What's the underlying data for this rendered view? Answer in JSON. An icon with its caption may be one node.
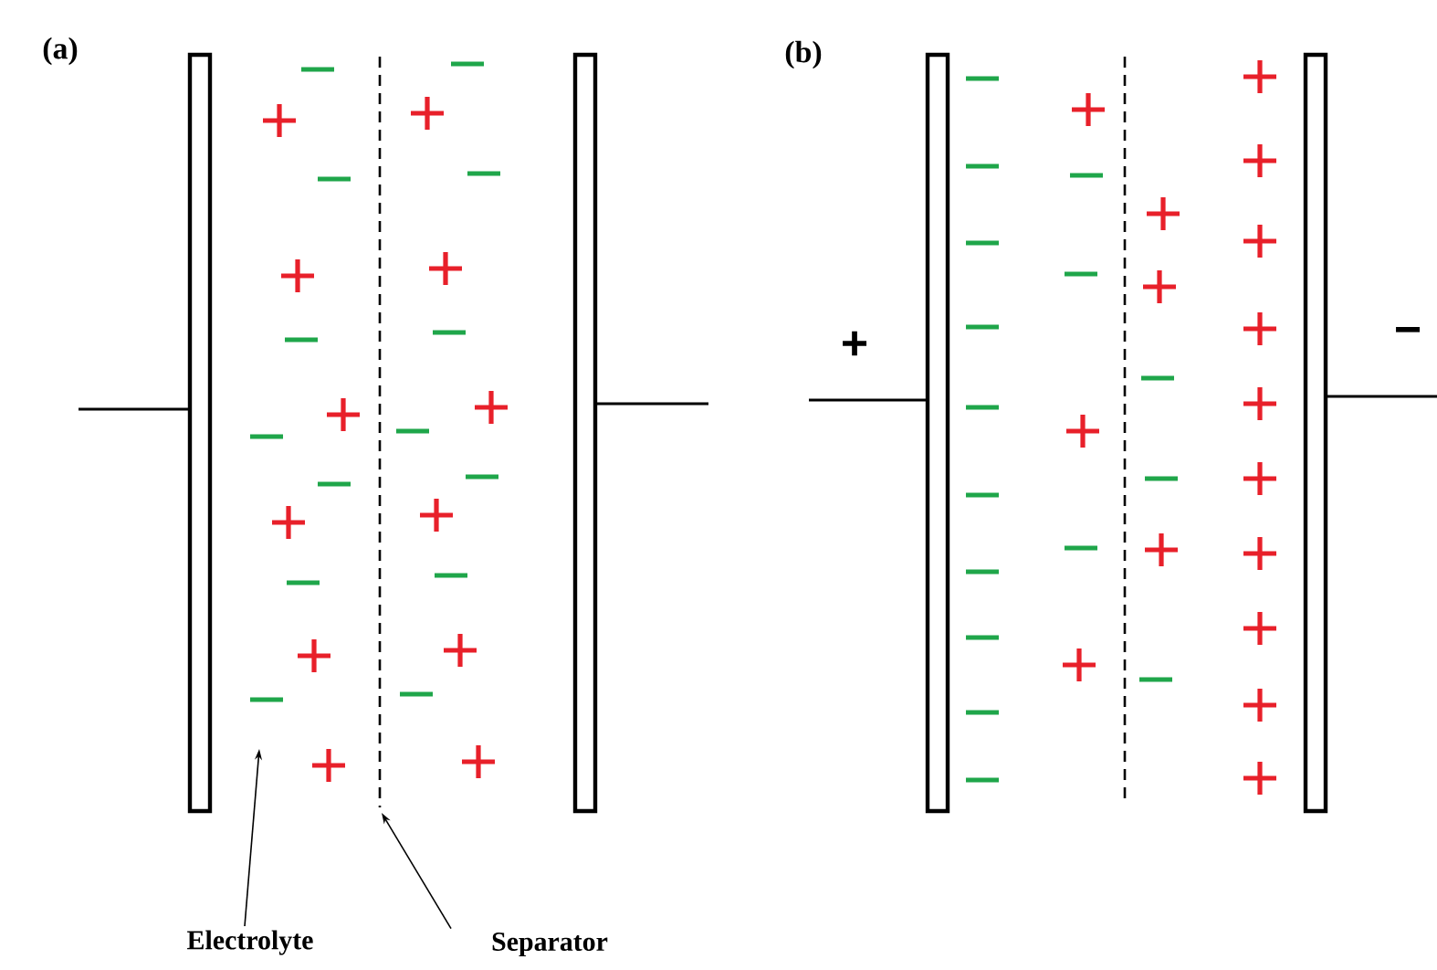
{
  "diagram": {
    "nodes": [
      {
        "text": [
          "Electrolyte"
        ]
      },
      {
        "text": [
          "Separator"
        ]
      }
    ],
    "edges": [
      {
        "from": 0,
        "to": null,
        "arrow": "to"
      },
      {
        "from": 1,
        "to": null,
        "arrow": "to"
      }
    ],
    "labels": [
      "(a)",
      "(b)",
      "+",
      "−"
    ]
  }
}
